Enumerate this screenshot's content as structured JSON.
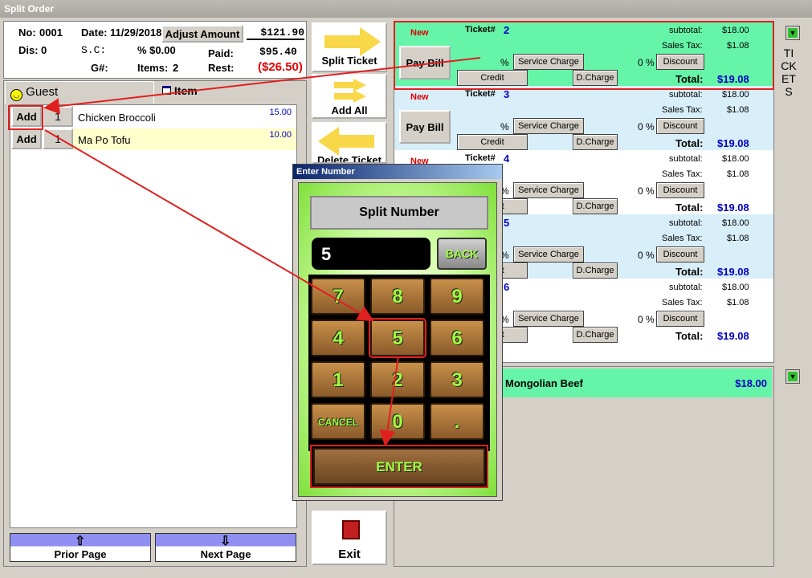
{
  "window": {
    "title": "Split Order"
  },
  "header": {
    "no_label": "No:",
    "no_value": "0001",
    "date_label": "Date:",
    "date_value": "11/29/2018",
    "adjust_label": "Adjust Amount",
    "total": "$121.90",
    "dis_label": "Dis:",
    "dis_value": "0",
    "sc_label": "S.C:",
    "sc_value": "% $0.00",
    "paid_label": "Paid:",
    "paid_value": "$95.40",
    "g_label": "G#:",
    "items_label": "Items:",
    "items_value": "2",
    "rest_label": "Rest:",
    "rest_value": "($26.50)"
  },
  "tabs": {
    "guest": "Guest",
    "item": "Item"
  },
  "items": [
    {
      "add": "Add",
      "qty": "1",
      "name": "Chicken Broccoli",
      "price": "15.00"
    },
    {
      "add": "Add",
      "qty": "1",
      "name": "Ma Po Tofu",
      "price": "10.00"
    }
  ],
  "paging": {
    "prior": "Prior Page",
    "next": "Next Page"
  },
  "middle": {
    "split_ticket": "Split Ticket",
    "add_all": "Add All",
    "delete_ticket": "Delete Ticket",
    "exit": "Exit"
  },
  "tickets_label": "TICKETS",
  "ticket_common": {
    "new": "New",
    "ticket_label": "Ticket#",
    "pay_bill": "Pay Bill",
    "subtotal_label": "subtotal:",
    "tax_label": "Sales Tax:",
    "pct": "%",
    "service_charge": "Service Charge",
    "zero_pct": "0 %",
    "discount": "Discount",
    "credit": "Credit",
    "dcharge": "D.Charge",
    "total_label": "Total:"
  },
  "tickets": [
    {
      "number": "2",
      "subtotal": "$18.00",
      "tax": "$1.08",
      "total": "$19.08",
      "bg": "#66f5a8"
    },
    {
      "number": "3",
      "subtotal": "$18.00",
      "tax": "$1.08",
      "total": "$19.08",
      "bg": "#d8eef8"
    },
    {
      "number": "4",
      "subtotal": "$18.00",
      "tax": "$1.08",
      "total": "$19.08",
      "bg": "#ffffff"
    },
    {
      "number": "5",
      "subtotal": "$18.00",
      "tax": "$1.08",
      "total": "$19.08",
      "bg": "#d8eef8"
    },
    {
      "number": "6",
      "subtotal": "$18.00",
      "tax": "$1.08",
      "total": "$19.08",
      "bg": "#ffffff"
    }
  ],
  "ticket_item": {
    "name": "Mongolian Beef",
    "price": "$18.00"
  },
  "dialog": {
    "title": "Enter Number",
    "label": "Split Number",
    "value": "5",
    "back": "BACK",
    "keys": [
      "7",
      "8",
      "9",
      "4",
      "5",
      "6",
      "1",
      "2",
      "3",
      "CANCEL",
      "0",
      "."
    ],
    "enter": "ENTER"
  },
  "colors": {
    "accent_red": "#e02020",
    "total_blue": "#0000c0",
    "green_row": "#66f5a8"
  }
}
